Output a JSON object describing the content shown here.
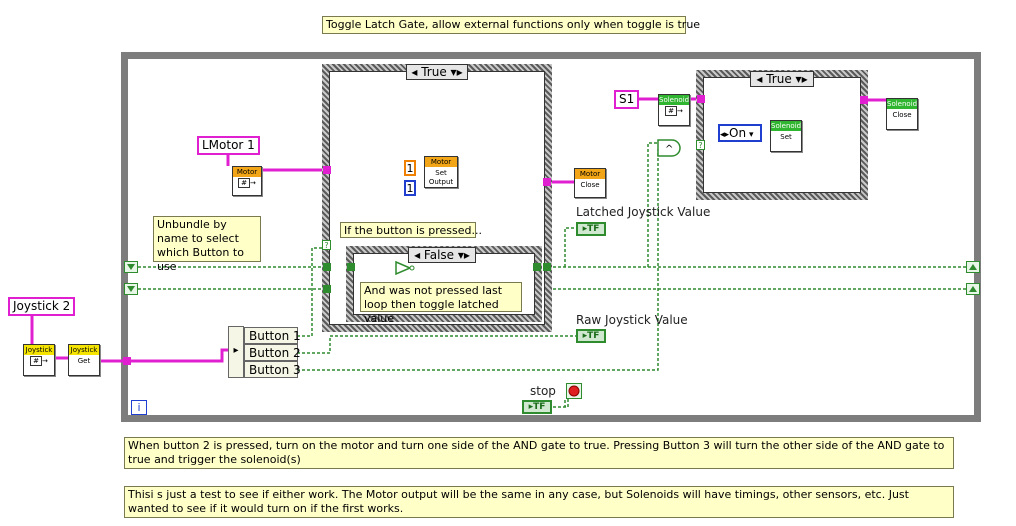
{
  "title_note": "Toggle Latch Gate, allow external functions only when toggle is true",
  "labels": {
    "lmotor": "LMotor 1",
    "joystick": "Joystick 2",
    "s1": "S1",
    "latched": "Latched Joystick Value",
    "raw": "Raw Joystick Value",
    "stop": "stop",
    "info": "i"
  },
  "case_structures": {
    "main": "True",
    "inner": "False",
    "solenoid": "True",
    "solenoid_enum": "On"
  },
  "notes": {
    "unbundle": "Unbundle by name to select which Button to use",
    "if_pressed": "If the button is pressed...",
    "not_pressed": "And was not pressed last loop then toggle latched value",
    "description1": "When button 2 is pressed, turn on the motor and turn one side of the AND gate to true. Pressing Button 3 will turn the other side of the AND gate to true and trigger the solenoid(s)",
    "description2": "Thisi s just a test to see if either work. The Motor output will be the same in any case, but Solenoids will have timings, other sensors, etc. Just wanted to see if it would turn on if the first works."
  },
  "unbundle_items": [
    "Button 1",
    "Button 2",
    "Button 3"
  ],
  "vis": {
    "joystick_open": {
      "header": "Joystick",
      "body": ""
    },
    "joystick_get": {
      "header": "Joystick",
      "body": "Get"
    },
    "motor_open": {
      "header": "Motor",
      "body": ""
    },
    "motor_set": {
      "header": "Motor",
      "body": "Set Output"
    },
    "motor_close": {
      "header": "Motor",
      "body": "Close"
    },
    "solenoid_open": {
      "header": "Solenoid",
      "body": ""
    },
    "solenoid_set": {
      "header": "Solenoid",
      "body": "Set"
    },
    "solenoid_close": {
      "header": "Solenoid",
      "body": "Close"
    }
  },
  "constants": {
    "one_a": "1",
    "one_b": "1"
  },
  "indicators": {
    "tf": "TF"
  },
  "colors": {
    "wire_pink": "#e020d0",
    "wire_green": "#2e8b2e",
    "wire_blue": "#1f3fd0",
    "wire_orange": "#f08000",
    "loop_border": "#7d7d7d"
  }
}
